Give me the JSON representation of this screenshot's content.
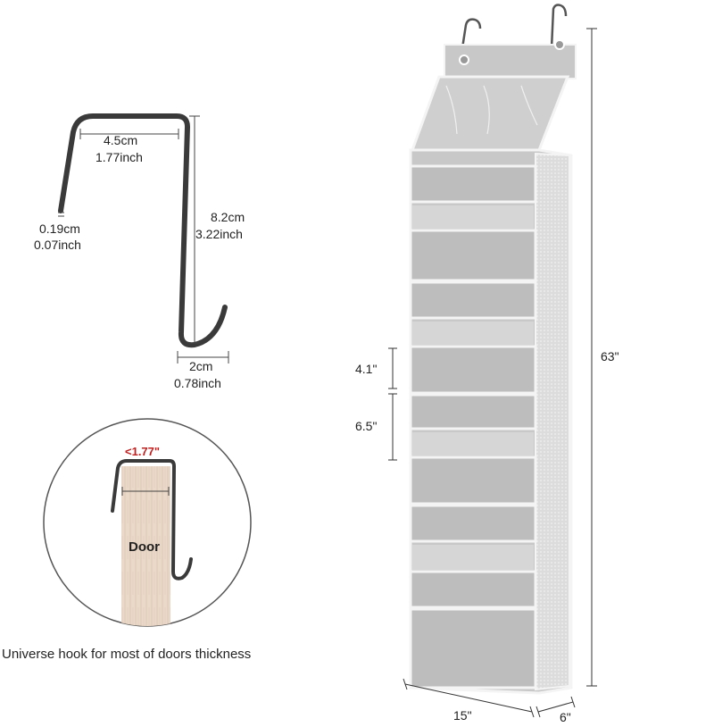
{
  "hook": {
    "width_cm": "4.5cm",
    "width_in": "1.77inch",
    "thickness_cm": "0.19cm",
    "thickness_in": "0.07inch",
    "height_cm": "8.2cm",
    "height_in": "3.22inch",
    "tip_cm": "2cm",
    "tip_in": "0.78inch"
  },
  "door_detail": {
    "max_thickness": "<1.77\"",
    "door_label": "Door",
    "caption": "Universe hook for most of doors thickness"
  },
  "organizer": {
    "pocket_height_small": "4.1\"",
    "pocket_height_large": "6.5\"",
    "total_height": "63\"",
    "width": "15\"",
    "depth": "6\""
  },
  "colors": {
    "fabric": "#c8c8c8",
    "fabric_dark": "#b3b3b3",
    "trim": "#f4f4f4",
    "hook_metal": "#3a3a3a",
    "door_wood": "#ead8c8",
    "accent_red": "#c21f1f"
  }
}
